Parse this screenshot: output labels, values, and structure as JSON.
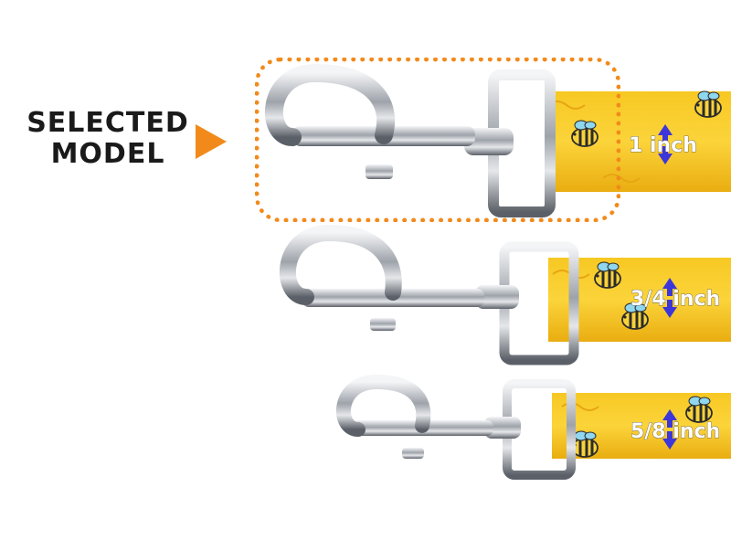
{
  "label": {
    "line1": "SELECTED",
    "line2": "MODEL"
  },
  "colors": {
    "accent": "#f28a1b",
    "strap": "#f5c01a",
    "metal": "#c9ccd1",
    "size_arrow": "#3d36d8"
  },
  "sizes": [
    {
      "label": "1 inch",
      "selected": true
    },
    {
      "label": "3/4 inch",
      "selected": false
    },
    {
      "label": "5/8 inch",
      "selected": false
    }
  ]
}
